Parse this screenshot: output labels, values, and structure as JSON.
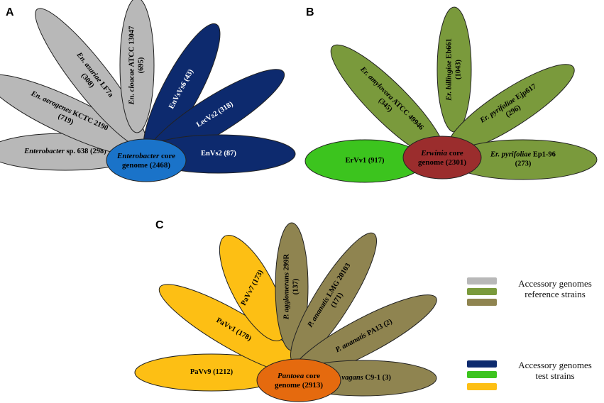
{
  "panels": [
    {
      "label": "A",
      "core": {
        "name": "Enterobacter",
        "suffix": " core",
        "line2": "genome (2468)",
        "color": "#1a73c9",
        "text_color": "#000000"
      },
      "petals": [
        {
          "italic": "Enterobacter",
          "rest": " sp.  638 (298)",
          "line2": "",
          "color": "#b8b8b8",
          "text_color": "#000000"
        },
        {
          "italic": "En. aerogenes",
          "rest": " KCTC 2190",
          "line2": "(719)",
          "color": "#b8b8b8",
          "text_color": "#000000"
        },
        {
          "italic": "En. asuriae",
          "rest": " LF7a",
          "line2": "(308)",
          "color": "#b8b8b8",
          "text_color": "#000000"
        },
        {
          "italic": "En. cloacae",
          "rest": " ATCC 13047",
          "line2": "(695)",
          "color": "#b8b8b8",
          "text_color": "#000000"
        },
        {
          "italic": "",
          "rest": "EnVsVs6 (43)",
          "line2": "",
          "color": "#0d2a6e",
          "text_color": "#ffffff"
        },
        {
          "italic": "",
          "rest": "LecVs2 (318)",
          "line2": "",
          "color": "#0d2a6e",
          "text_color": "#ffffff"
        },
        {
          "italic": "",
          "rest": "EnVs2 (87)",
          "line2": "",
          "color": "#0d2a6e",
          "text_color": "#ffffff"
        }
      ]
    },
    {
      "label": "B",
      "core": {
        "name": "Erwinia",
        "suffix": " core",
        "line2": "genome (2301)",
        "color": "#9b2d2d",
        "text_color": "#000000"
      },
      "petals": [
        {
          "italic": "",
          "rest": "ErVv1 (917)",
          "line2": "",
          "color": "#3cc41e",
          "text_color": "#000000"
        },
        {
          "italic": "Er. amylovora",
          "rest": " ATCC 49946",
          "line2": "(345)",
          "color": "#7a9a3c",
          "text_color": "#000000"
        },
        {
          "italic": "Er. billingiae",
          "rest": " Eb661",
          "line2": "(1043)",
          "color": "#7a9a3c",
          "text_color": "#000000"
        },
        {
          "italic": "Er. pyrifoliae",
          "rest": " Ejp617",
          "line2": "(296)",
          "color": "#7a9a3c",
          "text_color": "#000000"
        },
        {
          "italic": "Er. pyrifoliae",
          "rest": " Ep1-96",
          "line2": "(273)",
          "color": "#7a9a3c",
          "text_color": "#000000"
        }
      ]
    },
    {
      "label": "C",
      "core": {
        "name": "Pantoea",
        "suffix": " core",
        "line2": "genome (2913)",
        "color": "#e56a0e",
        "text_color": "#000000"
      },
      "petals": [
        {
          "italic": "",
          "rest": "PaVv9 (1212)",
          "line2": "",
          "color": "#fdbf14",
          "text_color": "#000000"
        },
        {
          "italic": "",
          "rest": "PaVv1 (178)",
          "line2": "",
          "color": "#fdbf14",
          "text_color": "#000000"
        },
        {
          "italic": "",
          "rest": "PaVv7 (173)",
          "line2": "",
          "color": "#fdbf14",
          "text_color": "#000000"
        },
        {
          "italic": "P. agglomerans",
          "rest": " 299R",
          "line2": "(137)",
          "color": "#8f8450",
          "text_color": "#000000"
        },
        {
          "italic": "P. ananatis",
          "rest": " LMG 20103",
          "line2": "(171)",
          "color": "#8f8450",
          "text_color": "#000000"
        },
        {
          "italic": "P. ananatis",
          "rest": " PA13 (2)",
          "line2": "",
          "color": "#8f8450",
          "text_color": "#000000"
        },
        {
          "italic": "P. vagans",
          "rest": " C9-1 (3)",
          "line2": "",
          "color": "#8f8450",
          "text_color": "#000000"
        }
      ]
    }
  ],
  "legend": [
    {
      "line1": "Accessory genomes",
      "line2": "reference strains",
      "colors": [
        "#b8b8b8",
        "#7a9a3c",
        "#8f8450"
      ]
    },
    {
      "line1": "Accessory genomes",
      "line2": "test strains",
      "colors": [
        "#0d2a6e",
        "#3cc41e",
        "#fdbf14"
      ]
    }
  ]
}
